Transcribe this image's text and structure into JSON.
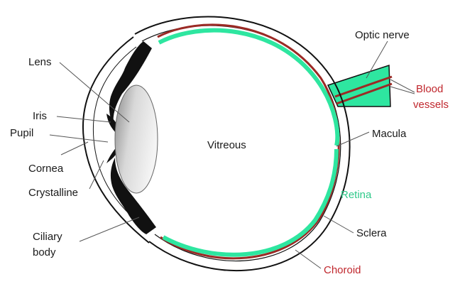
{
  "labels": {
    "lens": "Lens",
    "iris": "Iris",
    "pupil": "Pupil",
    "cornea": "Cornea",
    "crystalline": "Crystalline",
    "ciliary_body_line1": "Ciliary",
    "ciliary_body_line2": "body",
    "vitreous": "Vitreous",
    "optic_nerve": "Optic nerve",
    "blood_vessels_line1": "Blood",
    "blood_vessels_line2": "vessels",
    "macula": "Macula",
    "retina": "Retina",
    "sclera": "Sclera",
    "choroid": "Choroid"
  },
  "colors": {
    "retina": "#2ee6a0",
    "choroid": "#9b2a25",
    "blood_vessel_label": "#c0272d",
    "retina_label": "#2fc98a",
    "outline": "#111111"
  }
}
